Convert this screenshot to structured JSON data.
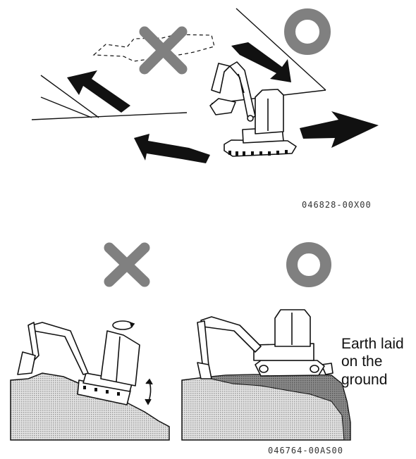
{
  "figure_top": {
    "code": "046828-00X00"
  },
  "figure_bottom": {
    "code": "046764-00AS00",
    "caption_lines": [
      "Earth laid",
      "on the",
      "ground"
    ]
  },
  "symbols": {
    "correct": "circle-mark",
    "incorrect": "cross-mark"
  },
  "colors": {
    "line": "#111111",
    "mark_gray": "#808080",
    "ground_fill": "#cfcfcf",
    "earth_fill": "#7a7a7a"
  }
}
